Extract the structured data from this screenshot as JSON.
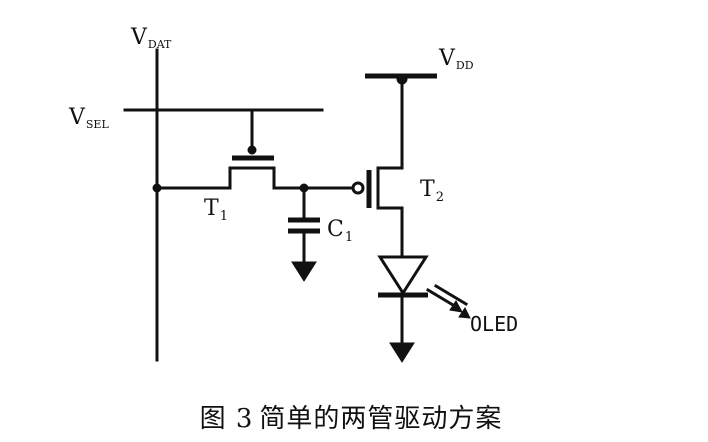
{
  "labels": {
    "vdat": {
      "main": "V",
      "sub": "DAT"
    },
    "vsel": {
      "main": "V",
      "sub": "SEL"
    },
    "vdd": {
      "main": "V",
      "sub": "DD"
    },
    "t1": {
      "main": "T",
      "sub": "1"
    },
    "t2": {
      "main": "T",
      "sub": "2"
    },
    "c1": {
      "main": "C",
      "sub": "1"
    },
    "oled": "OLED"
  },
  "caption": {
    "figure": "图 3",
    "text": "简单的两管驱动方案"
  },
  "colors": {
    "line": "#111111",
    "background": "#ffffff"
  }
}
